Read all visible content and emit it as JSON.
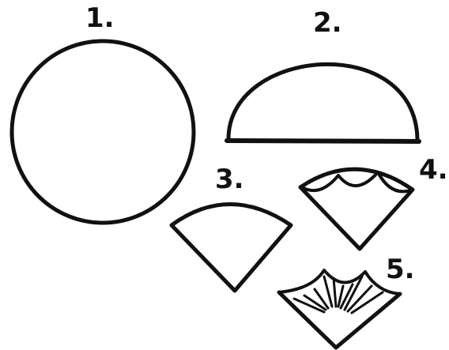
{
  "steps": [
    {
      "label": "1.",
      "shape": "circle"
    },
    {
      "label": "2.",
      "shape": "half-circle"
    },
    {
      "label": "3.",
      "shape": "circle-sector"
    },
    {
      "label": "4.",
      "shape": "sector-with-scalloped-edge"
    },
    {
      "label": "5.",
      "shape": "sector-with-pleated-rim"
    }
  ],
  "colors": {
    "ink": "#111111",
    "background": "#ffffff"
  }
}
